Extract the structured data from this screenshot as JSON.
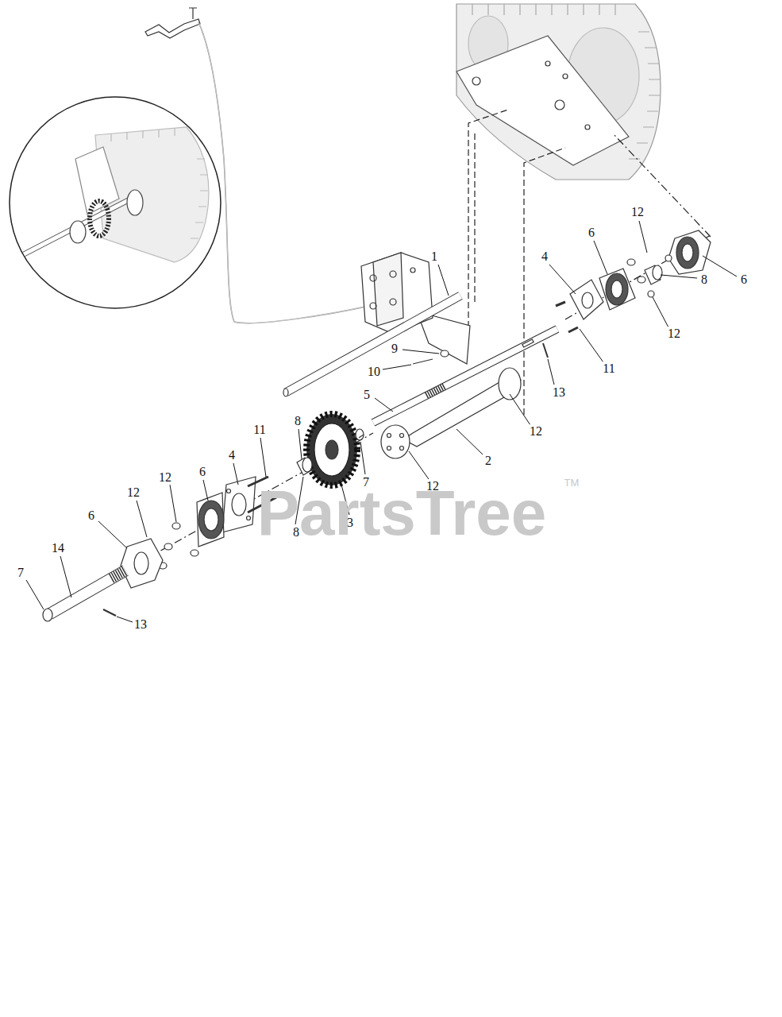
{
  "diagram": {
    "labels": [
      "12",
      "6",
      "4",
      "6",
      "8",
      "1",
      "12",
      "11",
      "9",
      "10",
      "5",
      "13",
      "12",
      "2",
      "12",
      "7",
      "3",
      "8",
      "8",
      "11",
      "4",
      "6",
      "12",
      "12",
      "6",
      "14",
      "7",
      "13",
      "PartsTree",
      "TM"
    ]
  }
}
